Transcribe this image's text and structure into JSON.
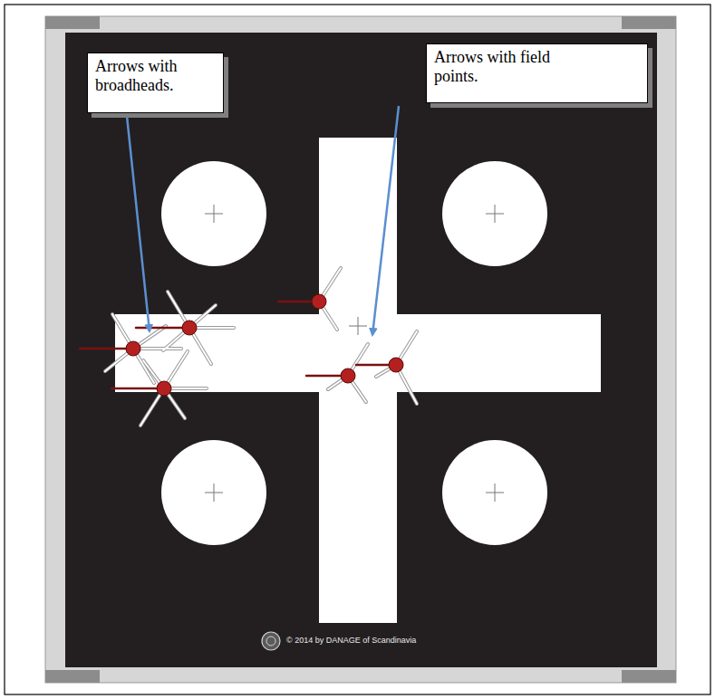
{
  "diagram": {
    "nodes": [
      {
        "text": [
          "Arrows with broadheads."
        ]
      },
      {
        "text": [
          "Arrows with field points."
        ]
      }
    ],
    "labels": [
      "© 2014 by DANAGE of Scandinavia"
    ]
  }
}
